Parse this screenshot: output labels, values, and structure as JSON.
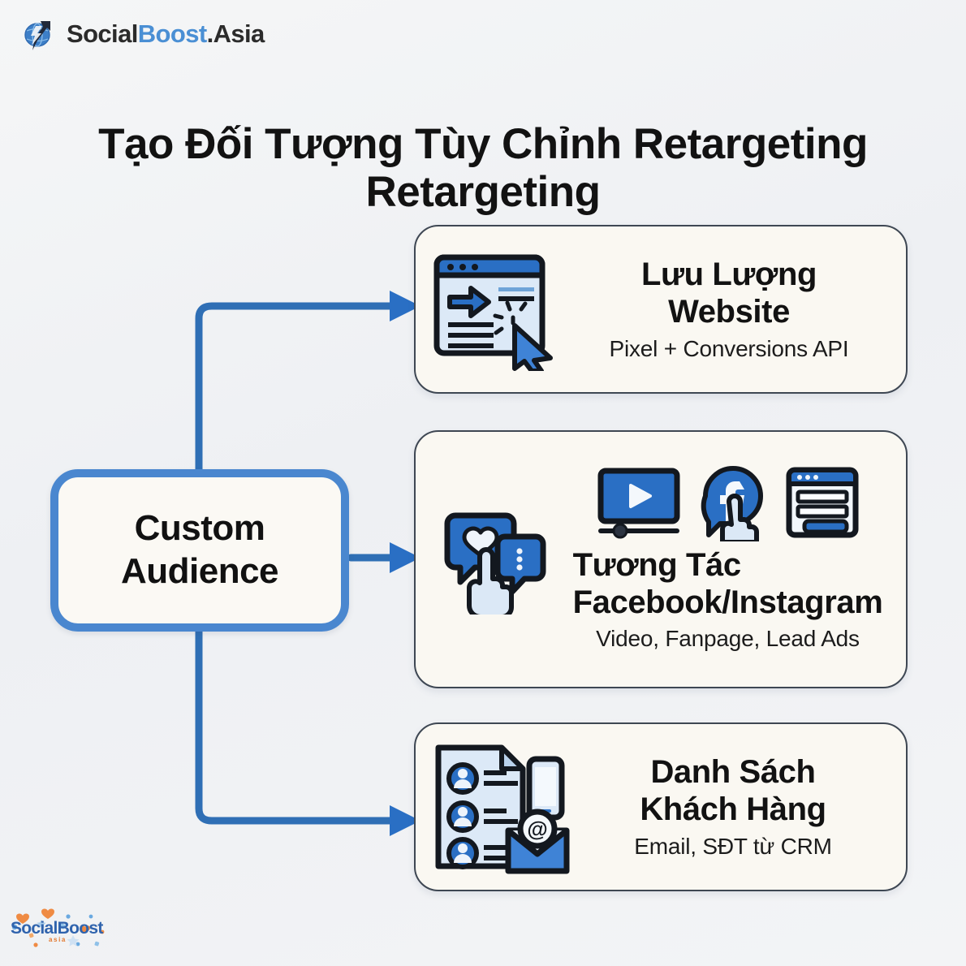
{
  "brand": {
    "logo_icon": "socialboost-bolt-globe-icon",
    "name_part1": "Social",
    "name_part2": "Boost",
    "name_part3": ".Asia",
    "accent_color": "#4a8fd4"
  },
  "title": {
    "line1": "Tạo Đối Tượng Tùy Chỉnh Retargeting",
    "line2": "Retargeting"
  },
  "source_node": {
    "label_line1": "Custom",
    "label_line2": "Audience",
    "border_color": "#4a87cf",
    "fill_color": "#fbf9f4"
  },
  "cards": [
    {
      "id": "website",
      "icon": "browser-traffic-cursor-icon",
      "title_line1": "Lưu Lượng",
      "title_line2": "Website",
      "subtitle": "Pixel + Conversions API"
    },
    {
      "id": "engagement",
      "icon": "chat-bubble-heart-hand-icon",
      "icons_row": [
        "video-player-icon",
        "facebook-hand-icon",
        "lead-form-icon"
      ],
      "title_line1": "Tương Tác",
      "title_line2": "Facebook/Instagram",
      "subtitle": "Video, Fanpage, Lead Ads"
    },
    {
      "id": "customers",
      "icon": "contact-list-phone-email-icon",
      "title_line1": "Danh Sách",
      "title_line2": "Khách Hàng",
      "subtitle": "Email, SĐT từ CRM"
    }
  ],
  "connectors": {
    "color": "#2f6fb5",
    "arrow_color": "#2a6fc4",
    "count": 3
  },
  "watermark": {
    "name": "SocialBoost",
    "suffix": "asia",
    "color": "#2f63ad",
    "suffix_color": "#e2782e"
  },
  "colors": {
    "background": "#f2f3f5",
    "card_fill": "#faf8f2",
    "card_border": "#3e4753",
    "icon_blue": "#2a6fc4",
    "icon_light_blue": "#cfe0f2",
    "text_dark": "#121212"
  }
}
